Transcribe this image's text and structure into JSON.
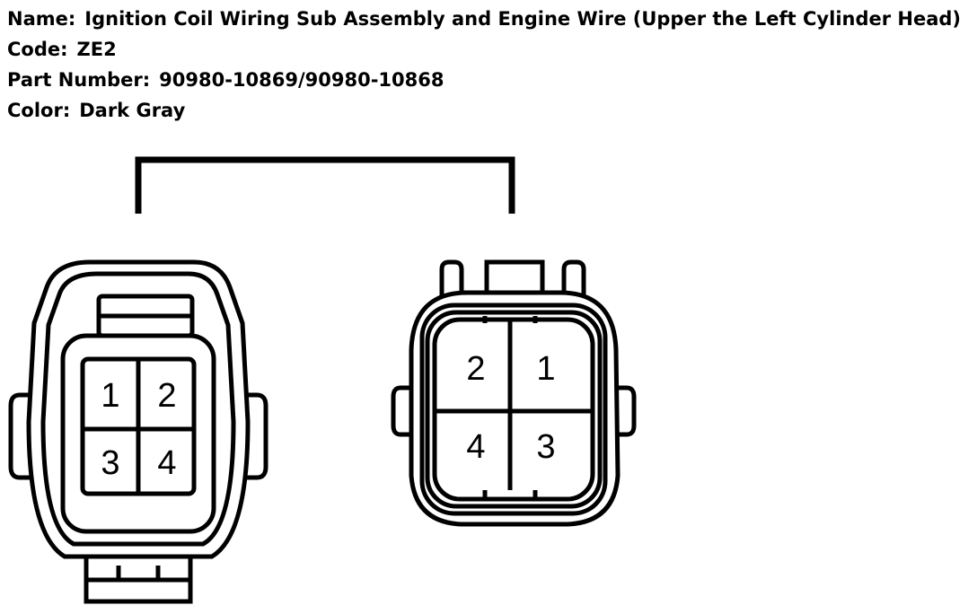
{
  "info": {
    "name_label": "Name:",
    "name_value": "Ignition Coil Wiring Sub Assembly and Engine Wire (Upper the Left Cylinder Head)",
    "code_label": "Code:",
    "code_value": "ZE2",
    "part_label": "Part Number:",
    "part_value": "90980-10869/90980-10868",
    "color_label": "Color:",
    "color_value": "Dark Gray"
  },
  "left_connector": {
    "pins": [
      "1",
      "2",
      "3",
      "4"
    ]
  },
  "right_connector": {
    "pins": [
      "2",
      "1",
      "4",
      "3"
    ]
  },
  "colors": {
    "line": "#000000",
    "background": "#ffffff"
  }
}
